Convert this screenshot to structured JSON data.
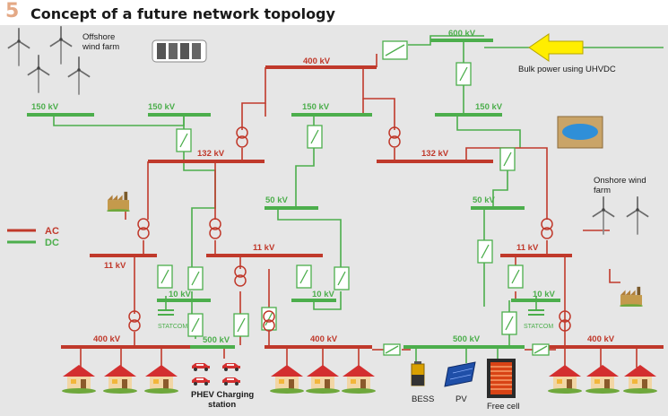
{
  "figure": {
    "number": "5",
    "title": "Concept of a future network topology"
  },
  "legend": {
    "ac": "AC",
    "dc": "DC"
  },
  "colors": {
    "ac": "#c0392b",
    "dc": "#4cae4c",
    "background": "#e6e6e6"
  },
  "labels": {
    "offshore_wind_farm": "Offshore\nwind farm",
    "onshore_wind_farm": "Onshore wind\nfarm",
    "bulk_power": "Bulk power using UHVDC",
    "phev": "PHEV Charging\nstation",
    "bess": "BESS",
    "pv": "PV",
    "free_cell": "Free cell",
    "statcom": "STATCOM"
  },
  "buses": {
    "dc_600": "600 kV",
    "ac_400_top": "400 kV",
    "dc_150_left": "150 kV",
    "dc_150_midleft": "150 kV",
    "dc_150_center": "150 kV",
    "dc_150_right": "150 kV",
    "ac_132_left": "132 kV",
    "ac_132_right": "132 kV",
    "dc_50_left": "50 kV",
    "dc_50_right": "50 kV",
    "ac_11_left": "11 kV",
    "ac_11_center": "11 kV",
    "ac_11_right": "11 kV",
    "dc_10_left": "10 kV",
    "dc_10_center": "10 kV",
    "dc_10_right": "10 kV",
    "ac_400_bl": "400 kV",
    "dc_500_bl": "500 kV",
    "ac_400_bm": "400 kV",
    "dc_500_br": "500 kV",
    "ac_400_br": "400 kV"
  }
}
